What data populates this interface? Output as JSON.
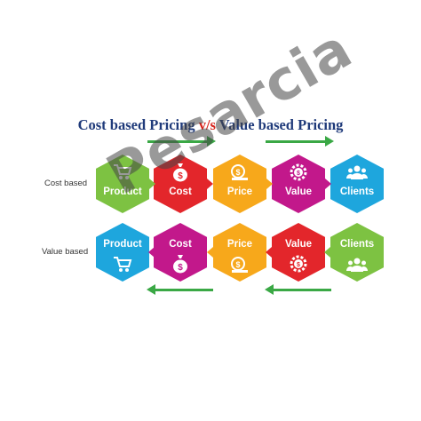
{
  "title": {
    "part1": "Cost based Pricing ",
    "vs": "v/s",
    "part2": " Value based Pricing"
  },
  "rows": [
    {
      "label": "Cost based",
      "items": [
        {
          "label": "Product",
          "color": "#7dc242",
          "icon": "cart-icon"
        },
        {
          "label": "Cost",
          "color": "#e3262b",
          "icon": "money-bag-icon"
        },
        {
          "label": "Price",
          "color": "#f7a81b",
          "icon": "coins-icon"
        },
        {
          "label": "Value",
          "color": "#c2188b",
          "icon": "gear-dollar-icon"
        },
        {
          "label": "Clients",
          "color": "#1ea6dd",
          "icon": "people-icon"
        }
      ]
    },
    {
      "label": "Value based",
      "items": [
        {
          "label": "Product",
          "color": "#1ea6dd",
          "icon": "cart-icon"
        },
        {
          "label": "Cost",
          "color": "#c2188b",
          "icon": "money-bag-icon"
        },
        {
          "label": "Price",
          "color": "#f7a81b",
          "icon": "coins-icon"
        },
        {
          "label": "Value",
          "color": "#e3262b",
          "icon": "gear-dollar-icon"
        },
        {
          "label": "Clients",
          "color": "#7dc242",
          "icon": "people-icon"
        }
      ]
    }
  ],
  "arrow_color": "#3aa845",
  "watermark": "Pesarcia"
}
